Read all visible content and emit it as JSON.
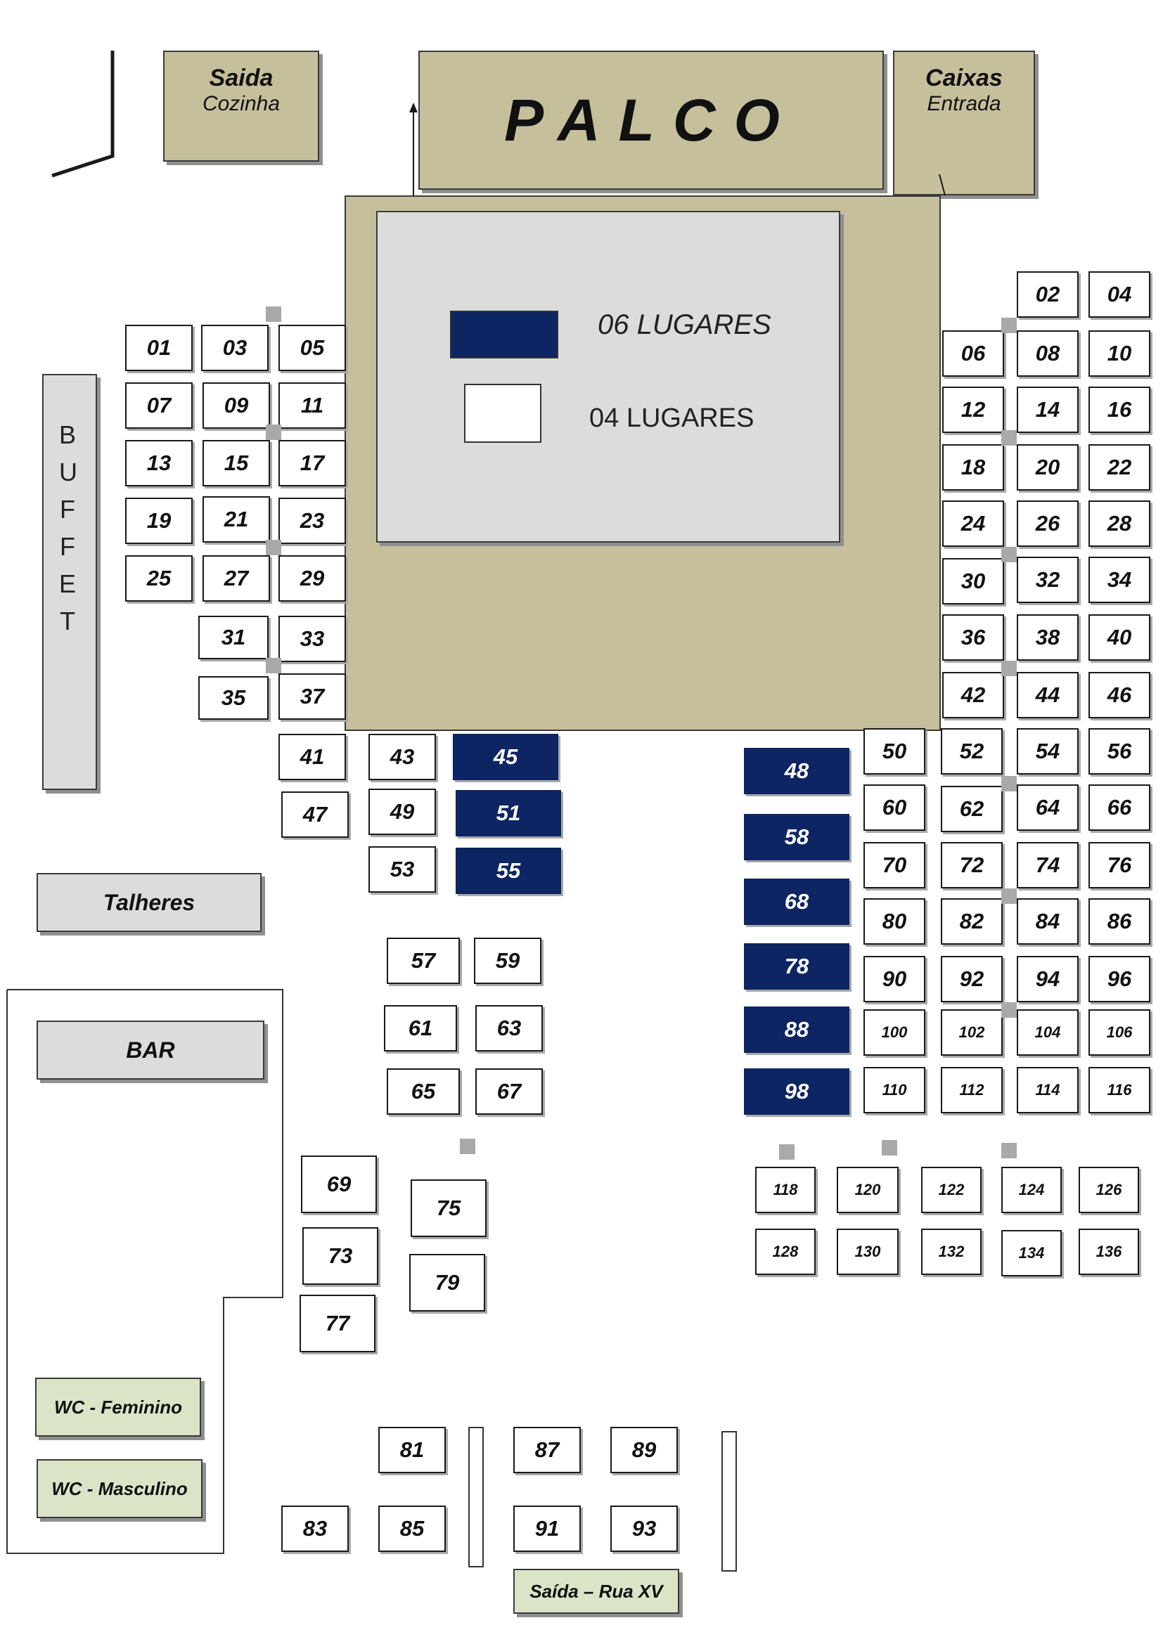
{
  "labels": {
    "stage": "PALCO",
    "kitchen_title": "Saida",
    "kitchen_sub": "Cozinha",
    "cashier_title": "Caixas",
    "cashier_sub": "Entrada",
    "buffet": "BUFFET",
    "cutlery": "Talheres",
    "bar": "BAR",
    "wc_female": "WC - Feminino",
    "wc_male": "WC - Masculino",
    "exit_street": "Saída – Rua XV"
  },
  "legend": {
    "six_seats": "06 LUGARES",
    "four_seats": "04 LUGARES"
  },
  "colors": {
    "six_seat_table": "#0d2562",
    "four_seat_table": "#ffffff",
    "stage_area": "#c6bf9c"
  },
  "tables": {
    "six_seats": [
      "45",
      "51",
      "55",
      "48",
      "58",
      "68",
      "78",
      "88",
      "98"
    ],
    "four_seats": [
      "01",
      "03",
      "05",
      "07",
      "09",
      "11",
      "13",
      "15",
      "17",
      "19",
      "21",
      "23",
      "25",
      "27",
      "29",
      "31",
      "33",
      "35",
      "37",
      "41",
      "43",
      "47",
      "49",
      "53",
      "57",
      "59",
      "61",
      "63",
      "65",
      "67",
      "69",
      "73",
      "75",
      "77",
      "79",
      "81",
      "83",
      "85",
      "87",
      "89",
      "91",
      "93",
      "02",
      "04",
      "06",
      "08",
      "10",
      "12",
      "14",
      "16",
      "18",
      "20",
      "22",
      "24",
      "26",
      "28",
      "30",
      "32",
      "34",
      "36",
      "38",
      "40",
      "42",
      "44",
      "46",
      "50",
      "52",
      "54",
      "56",
      "60",
      "62",
      "64",
      "66",
      "70",
      "72",
      "74",
      "76",
      "80",
      "82",
      "84",
      "86",
      "90",
      "92",
      "94",
      "96",
      "100",
      "102",
      "104",
      "106",
      "110",
      "112",
      "114",
      "116",
      "118",
      "120",
      "122",
      "124",
      "126",
      "128",
      "130",
      "132",
      "134",
      "136"
    ]
  }
}
